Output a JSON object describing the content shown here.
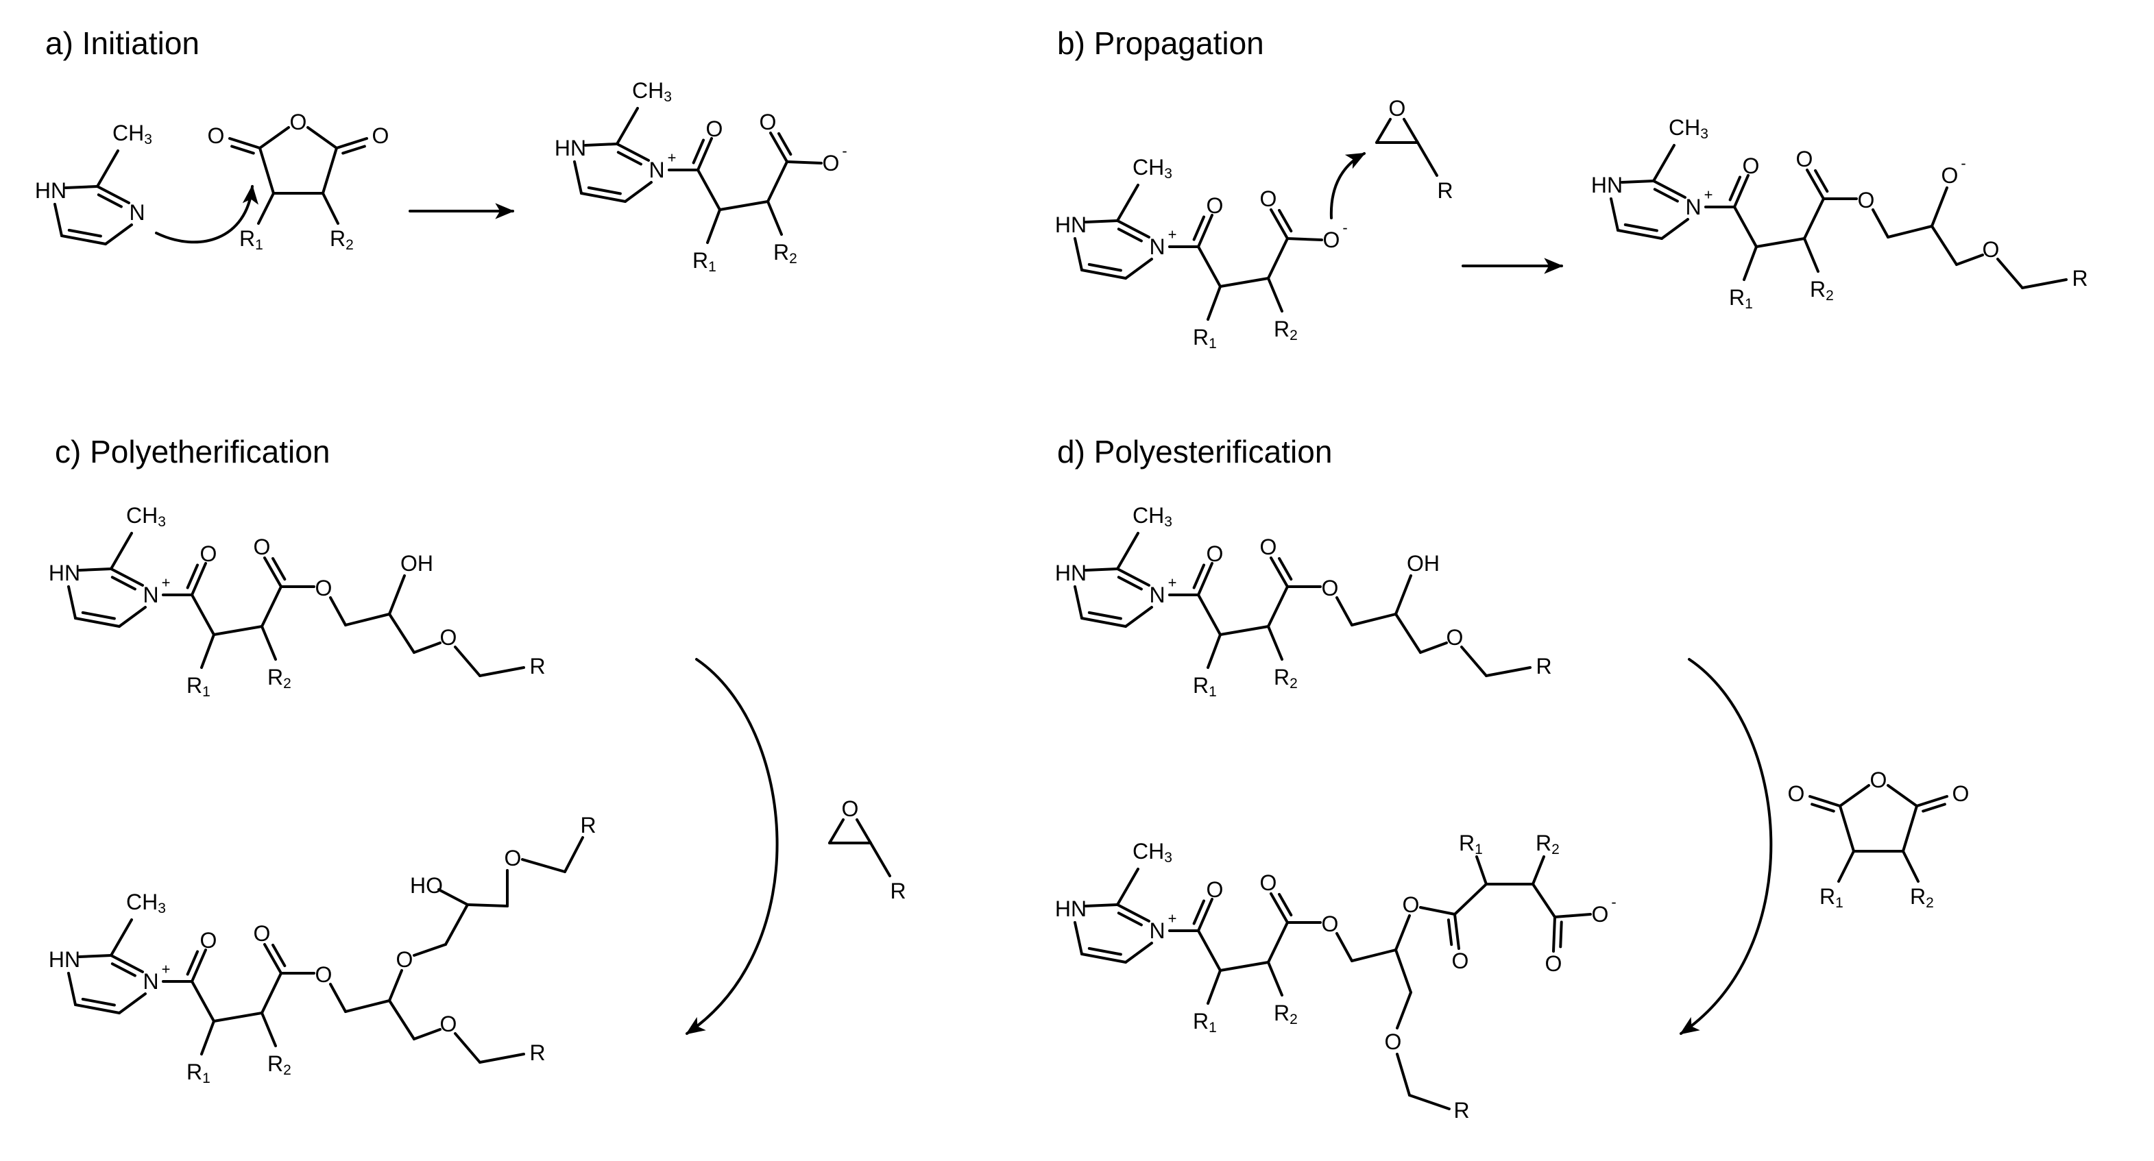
{
  "panels": {
    "a": {
      "title": "a) Initiation"
    },
    "b": {
      "title": "b) Propagation"
    },
    "c": {
      "title": "c) Polyetherification"
    },
    "d": {
      "title": "d) Polyesterification"
    }
  },
  "atoms": {
    "hn": "HN",
    "n": "N",
    "ch3": "CH",
    "ch3_sub": "3",
    "o": "O",
    "oh": "OH",
    "ho": "HO",
    "r": "R",
    "r1": "R",
    "r1_sub": "1",
    "r2": "R",
    "r2_sub": "2",
    "plus": "+",
    "minus": "-"
  },
  "colors": {
    "ink": "#000000",
    "background": "#ffffff"
  }
}
